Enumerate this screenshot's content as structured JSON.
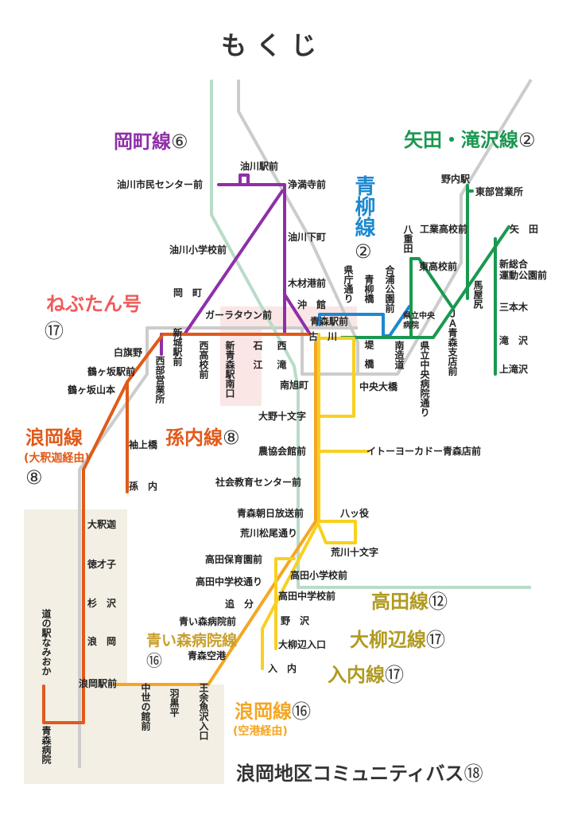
{
  "page_title": "もくじ",
  "colors": {
    "okamachi": "#8e2fa8",
    "yata_takizawa": "#1a9850",
    "aoyagi": "#1e88d0",
    "nebutan": "#f05a5a",
    "namioka_daishaka": "#e05a1a",
    "magonai": "#e05a1a",
    "takata": "#b09a20",
    "yellow_line": "#f8d020",
    "airport_line": "#f5a623",
    "background_line_gray": "#cccccc",
    "background_line_green": "#b8dcc8",
    "namioka_area": "#f3efe5",
    "station_area": "#fbe6e6"
  },
  "routes": {
    "okamachi": {
      "name": "岡町線",
      "number": "⑥"
    },
    "yata_takizawa": {
      "name": "矢田・滝沢線",
      "number": "②"
    },
    "aoyagi": {
      "name": "青柳線",
      "number": "②"
    },
    "nebutan": {
      "name": "ねぶたん号",
      "number": "⑰"
    },
    "namioka_daishaka": {
      "name": "浪岡線",
      "sub": "(大釈迦経由)",
      "number": "⑧"
    },
    "magonai": {
      "name": "孫内線",
      "number": "⑧"
    },
    "takata": {
      "name": "高田線",
      "number": "⑫"
    },
    "oyanagibe": {
      "name": "大柳辺線",
      "number": "⑰"
    },
    "nyunai": {
      "name": "入内線",
      "number": "⑰"
    },
    "aoimori_hospital": {
      "name": "青い森病院線",
      "number": "⑯"
    },
    "namioka_airport": {
      "name": "浪岡線",
      "sub": "(空港経由)",
      "number": "⑯"
    },
    "community": {
      "name": "浪岡地区コミュニティバス",
      "number": "⑱"
    }
  },
  "stations": [
    "油川駅前",
    "油川市民センター前",
    "浄満寺前",
    "油川小学校前",
    "油川下町",
    "岡　町",
    "木材港前",
    "沖　館",
    "ガーラタウン前",
    "青森駅前",
    "古　川",
    "南旭町",
    "中央大橋",
    "大野十文字",
    "農協会館前",
    "イトーヨーカドー青森店前",
    "社会教育センター前",
    "青森朝日放送前",
    "八ッ役",
    "荒川松尾通り",
    "荒川十文字",
    "高田保育園前",
    "高田小学校前",
    "高田中学校通り",
    "高田中学校前",
    "追　分",
    "野　沢",
    "青い森病院前",
    "大柳辺入口",
    "青森空港",
    "入　内",
    "浪岡駅前",
    "大釈迦",
    "徳才子",
    "杉　沢",
    "浪　岡",
    "袖上橋",
    "孫　内",
    "白旗野",
    "鶴ヶ坂駅前",
    "鶴ヶ坂山本",
    "野内駅",
    "東部営業所",
    "工業高校前",
    "東高校前",
    "矢　田",
    "新総合\n運動公園前",
    "三本木",
    "滝　沢",
    "上滝沢",
    "県立中央\n病院",
    "新城駅前",
    "西部営業所",
    "西高校前",
    "新青森駅南口",
    "石　江",
    "西　滝",
    "県庁通り",
    "青柳橋",
    "合浦公園前",
    "八重田",
    "堤　橋",
    "南造道",
    "県立中央病院通り",
    "ＪＡ青森支店前",
    "馬屋尻",
    "道の駅なみおか",
    "青森病院",
    "中世の館前",
    "羽黒平",
    "王余魚沢入口"
  ]
}
